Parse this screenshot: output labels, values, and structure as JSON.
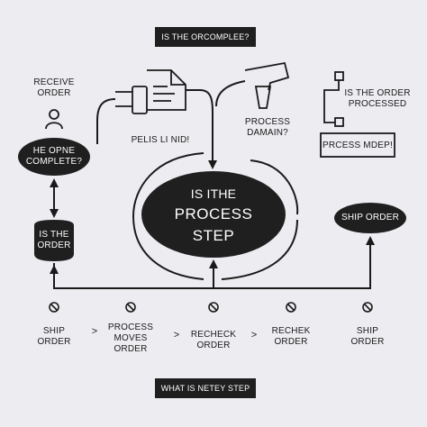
{
  "header": {
    "title": "IS THE ORCOMPLEE?"
  },
  "footer": {
    "title": "WHAT IS NETEY STEP"
  },
  "nodes": {
    "receive_order": "RECEIVE ORDER",
    "complete_question": "HE OPNE COMPLETE?",
    "is_the_order": "IS THE ORDER",
    "pelis_note": "PELIS LI NID!",
    "center_line1": "IS ITHE",
    "center_line2": "PROCESS",
    "center_line3": "STEP",
    "process_domain": "PROCESS DAMAIN?",
    "order_processed": "IS THE ORDER PROCESSED",
    "process_mdep": "PRCESS MDEP!",
    "ship_order_pill": "SHIP ORDER"
  },
  "bottom_steps": [
    {
      "label": "SHIP ORDER"
    },
    {
      "label": "PROCESS MOVES ORDER"
    },
    {
      "label": "RECHECK ORDER"
    },
    {
      "label": "RECHEK ORDER"
    },
    {
      "label": "SHIP ORDER"
    }
  ],
  "separators": [
    ">",
    ">",
    ">"
  ],
  "colors": {
    "background": "#ededf1",
    "ink": "#1a1a1a",
    "pill_fill": "#1f1f1f",
    "pill_text": "#ffffff"
  },
  "icons": [
    "person-icon",
    "document-icon",
    "drill-icon",
    "flowchart-icon",
    "no-entry-icon"
  ]
}
